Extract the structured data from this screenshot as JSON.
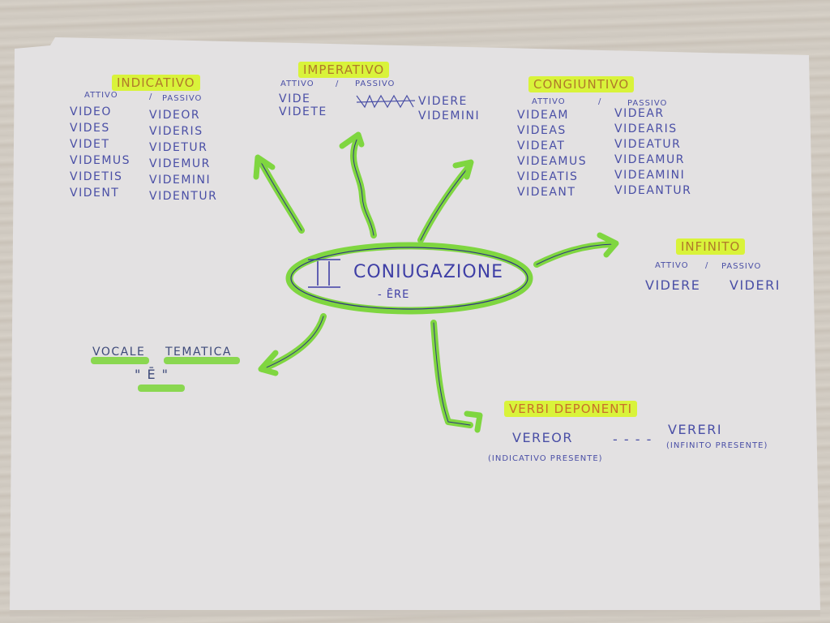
{
  "diagram": {
    "type": "mind-map",
    "medium": "handwritten on paper",
    "colors": {
      "ink": "#4a4fa6",
      "highlighter_yellow": "#d9f33a",
      "highlighter_green": "#7fd640",
      "title_ink": "#b07a2a",
      "paper": "#e4e2e3",
      "desk": "#d0cac1"
    },
    "center": {
      "roman": "II",
      "title": "CONIUGAZIONE",
      "ending": "- ĒRE"
    },
    "indicativo": {
      "title": "INDICATIVO",
      "header_active": "ATTIVO",
      "separator": "/",
      "header_passive": "PASSIVO",
      "active": [
        "VIDEO",
        "VIDES",
        "VIDET",
        "VIDEMUS",
        "VIDETIS",
        "VIDENT"
      ],
      "passive": [
        "VIDEOR",
        "VIDERIS",
        "VIDETUR",
        "VIDEMUR",
        "VIDEMINI",
        "VIDENTUR"
      ]
    },
    "imperativo": {
      "title": "IMPERATIVO",
      "header_active": "ATTIVO",
      "separator": "/",
      "header_passive": "PASSIVO",
      "active": [
        "VIDE",
        "VIDETE"
      ],
      "crossed_out": "VIDETE",
      "passive": [
        "VIDERE",
        "VIDEMINI"
      ]
    },
    "congiuntivo": {
      "title": "CONGIUNTIVO",
      "header_active": "ATTIVO",
      "separator": "/",
      "header_passive": "PASSIVO",
      "active": [
        "VIDEAM",
        "VIDEAS",
        "VIDEAT",
        "VIDEAMUS",
        "VIDEATIS",
        "VIDEANT"
      ],
      "passive": [
        "VIDEAR",
        "VIDEARIS",
        "VIDEATUR",
        "VIDEAMUR",
        "VIDEAMINI",
        "VIDEANTUR"
      ]
    },
    "infinito": {
      "title": "INFINITO",
      "header_active": "ATTIVO",
      "separator": "/",
      "header_passive": "PASSIVO",
      "active": "VIDERE",
      "passive": "VIDERI"
    },
    "vocale_tematica": {
      "word1": "VOCALE",
      "word2": "TEMATICA",
      "vowel": "\" Ē \""
    },
    "verbi_deponenti": {
      "title": "VERBI DEPONENTI",
      "left": "VEREOR",
      "dash": "- - - -",
      "right": "VERERI",
      "left_note": "(INDICATIVO PRESENTE)",
      "right_note": "(INFINITO PRESENTE)"
    }
  }
}
